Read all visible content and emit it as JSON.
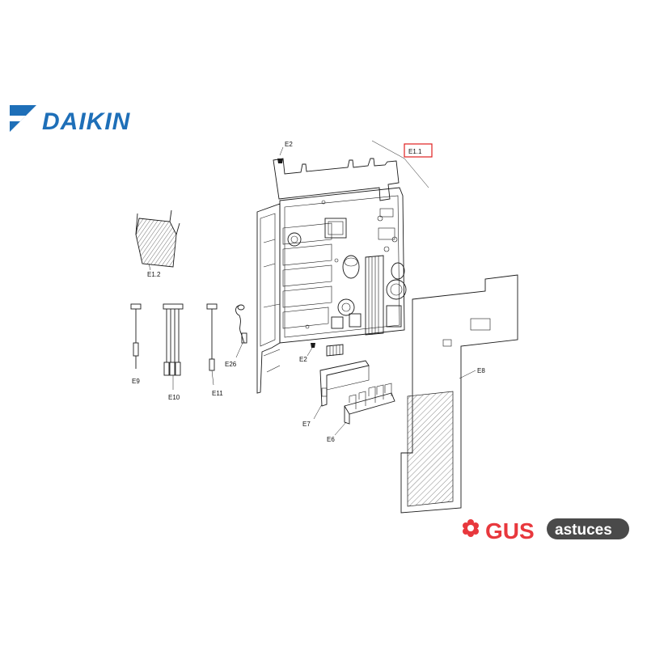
{
  "brand": {
    "name": "DAIKIN",
    "color": "#1e6fb8",
    "emblem_color": "#1e6fb8"
  },
  "watermark": {
    "part1": "GUS",
    "part2": "astuces",
    "part1_color": "#e8383d",
    "part2_bg": "#4a4a4a",
    "part2_color": "#ffffff",
    "icon": "gear-flower-icon"
  },
  "parts": {
    "e1_1": "E1.1",
    "e1_2": "E1.2",
    "e2_top": "E2",
    "e2_mid": "E2",
    "e6": "E6",
    "e7": "E7",
    "e8": "E8",
    "e9": "E9",
    "e10": "E10",
    "e11": "E11",
    "e26": "E26"
  },
  "highlight_color": "#e02020"
}
